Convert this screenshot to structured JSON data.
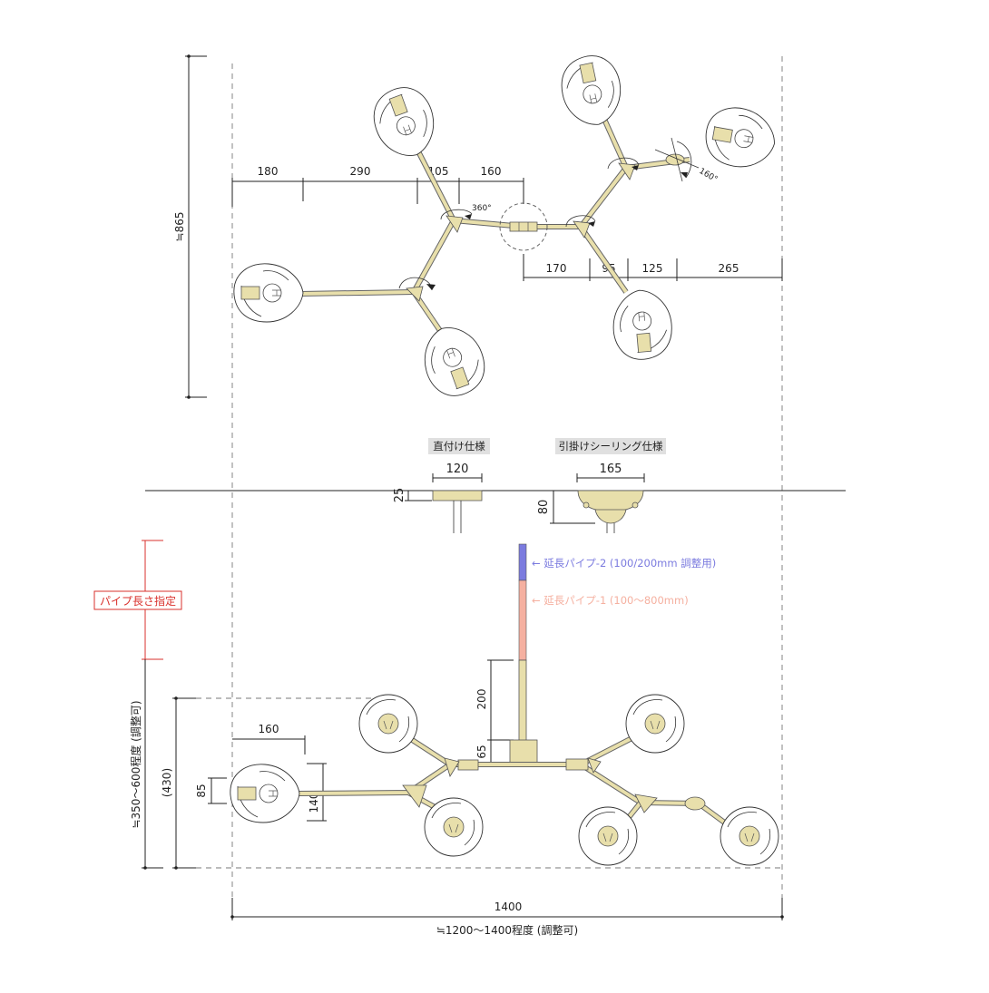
{
  "plan_view": {
    "height_label": "≒865",
    "top_dims": [
      "180",
      "290",
      "105",
      "160"
    ],
    "bottom_dims": [
      "170",
      "95",
      "125",
      "265"
    ],
    "angle_360": "360°",
    "angle_160": "160°"
  },
  "mount_options": {
    "direct": {
      "label": "直付け仕様",
      "width": "120",
      "height": "25"
    },
    "hook": {
      "label": "引掛けシーリング仕様",
      "width": "165",
      "height": "80"
    }
  },
  "pipes": {
    "pipe2_label": "← 延長パイプ-2 (100/200mm 調整用)",
    "pipe1_label": "← 延長パイプ-1 (100～800mm)",
    "length_spec": "パイプ長さ指定",
    "pipe2_color": "#7b7bdf",
    "pipe1_color": "#f5b0a0",
    "spec_color": "#d9302c"
  },
  "side_view": {
    "height_range": "≒350～600程度 (調整可)",
    "height_ref": "(430)",
    "dim_160": "160",
    "dim_85": "85",
    "dim_140": "140",
    "dim_200": "200",
    "dim_65": "65",
    "width": "1400",
    "width_range": "≒1200～1400程度 (調整可)"
  }
}
